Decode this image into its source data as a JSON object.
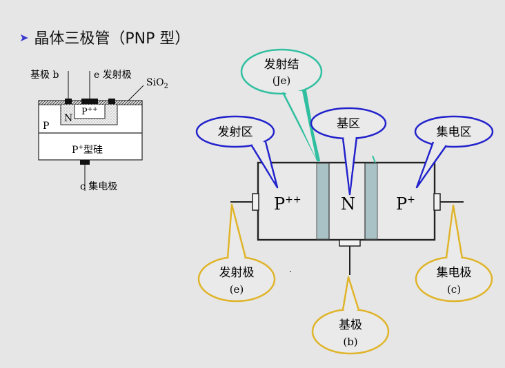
{
  "title": {
    "bullet_icon": "arrow-bullet-icon",
    "text": "晶体三极管（PNP 型）"
  },
  "cross_section": {
    "base_label": "基极 b",
    "emitter_label": "e 发射极",
    "sio2_main": "SiO",
    "sio2_sub": "2",
    "p_region": "P",
    "n_region": "N",
    "p_plus_plus": "P",
    "p_plus_plus_sup": "++",
    "substrate_main": "P",
    "substrate_sup": "+",
    "substrate_suffix": "型硅",
    "collector_label": "c 集电极"
  },
  "structure": {
    "emitter_region": {
      "main": "P",
      "sup": "++"
    },
    "base_region": "N",
    "collector_region": {
      "main": "P",
      "sup": "+"
    },
    "callouts": {
      "emitter_junction": {
        "line1": "发射结",
        "line2": "(Je)"
      },
      "emitter_zone": "发射区",
      "base_zone": "基区",
      "collector_zone": "集电区",
      "emitter_terminal": {
        "line1": "发射极",
        "line2": "(e)"
      },
      "base_terminal": {
        "line1": "基极",
        "line2": "(b)"
      },
      "collector_terminal": {
        "line1": "集电极",
        "line2": "(c)"
      }
    }
  },
  "colors": {
    "background": "#e6e6e6",
    "blue_callout": "#2222cc",
    "teal_callout": "#2fbfa0",
    "gold_callout": "#e0b42a",
    "junction_fill": "#a9c2c6"
  }
}
